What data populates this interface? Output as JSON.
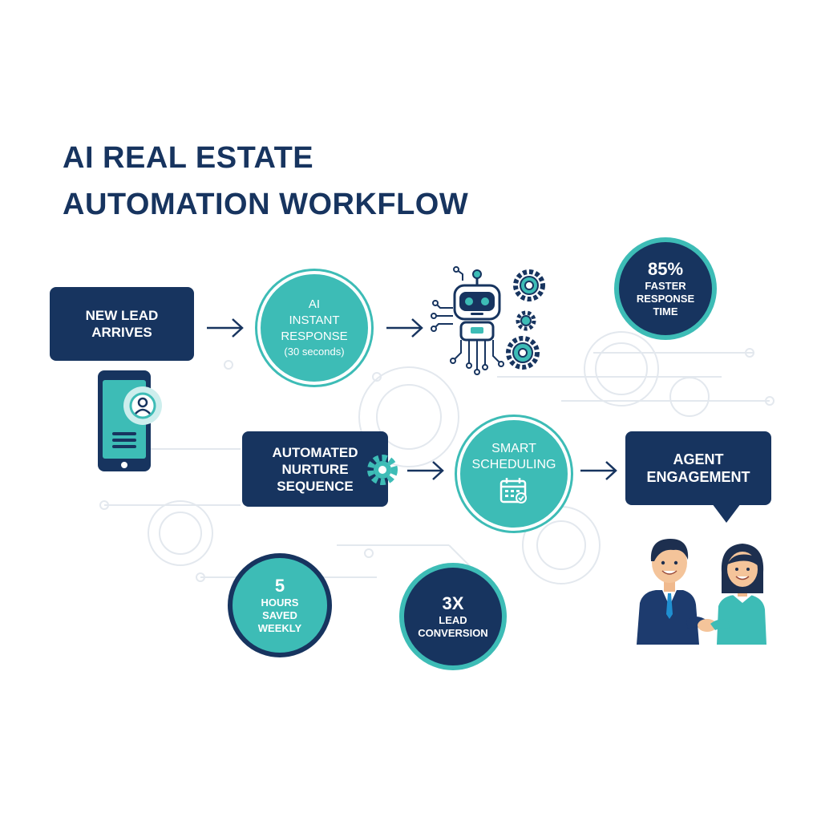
{
  "title": {
    "line1": "AI REAL ESTATE",
    "line2": "AUTOMATION WORKFLOW"
  },
  "steps": {
    "new_lead": {
      "line1": "NEW LEAD",
      "line2": "ARRIVES"
    },
    "ai_response": {
      "line1": "AI",
      "line2": "INSTANT",
      "line3": "RESPONSE",
      "line4": "(30 seconds)"
    },
    "nurture": {
      "line1": "AUTOMATED",
      "line2": "NURTURE",
      "line3": "SEQUENCE"
    },
    "scheduling": {
      "line1": "SMART",
      "line2": "SCHEDULING"
    },
    "agent": {
      "line1": "AGENT",
      "line2": "ENGAGEMENT"
    }
  },
  "stats": {
    "faster": {
      "value": "85%",
      "line1": "FASTER",
      "line2": "RESPONSE",
      "line3": "TIME"
    },
    "hours": {
      "value": "5",
      "line1": "HOURS",
      "line2": "SAVED",
      "line3": "WEEKLY"
    },
    "conversion": {
      "value": "3X",
      "line1": "LEAD",
      "line2": "CONVERSION"
    }
  },
  "colors": {
    "navy": "#17345f",
    "teal": "#3dbcb6"
  },
  "icons": [
    "smartphone-icon",
    "user-chat-icon",
    "robot-icon",
    "gear-icon",
    "calendar-icon",
    "handshake-icon"
  ]
}
